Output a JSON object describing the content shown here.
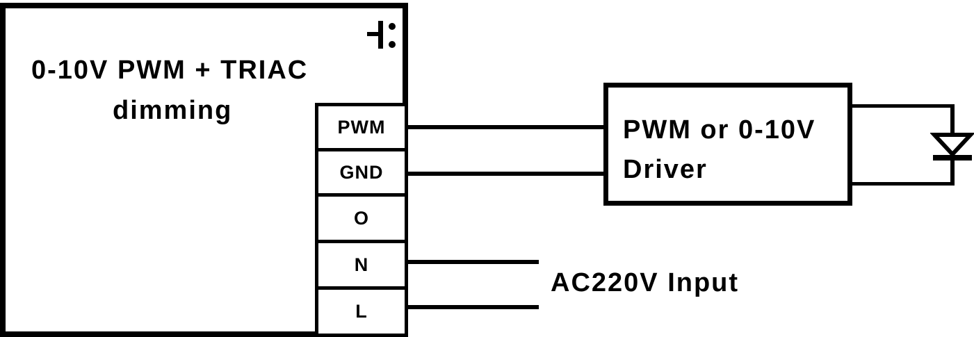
{
  "controller": {
    "title_line1": "0-10V PWM + TRIAC",
    "title_line2": "dimming",
    "switch_icon": "push-button-switch-icon",
    "terminals": [
      "PWM",
      "GND",
      "O",
      "N",
      "L"
    ]
  },
  "driver": {
    "line1": "PWM or 0-10V",
    "line2": "Driver"
  },
  "load": {
    "icon": "led-diode-icon"
  },
  "ac_input": {
    "label": "AC220V Input"
  },
  "colors": {
    "stroke": "#000000",
    "background": "#ffffff"
  }
}
